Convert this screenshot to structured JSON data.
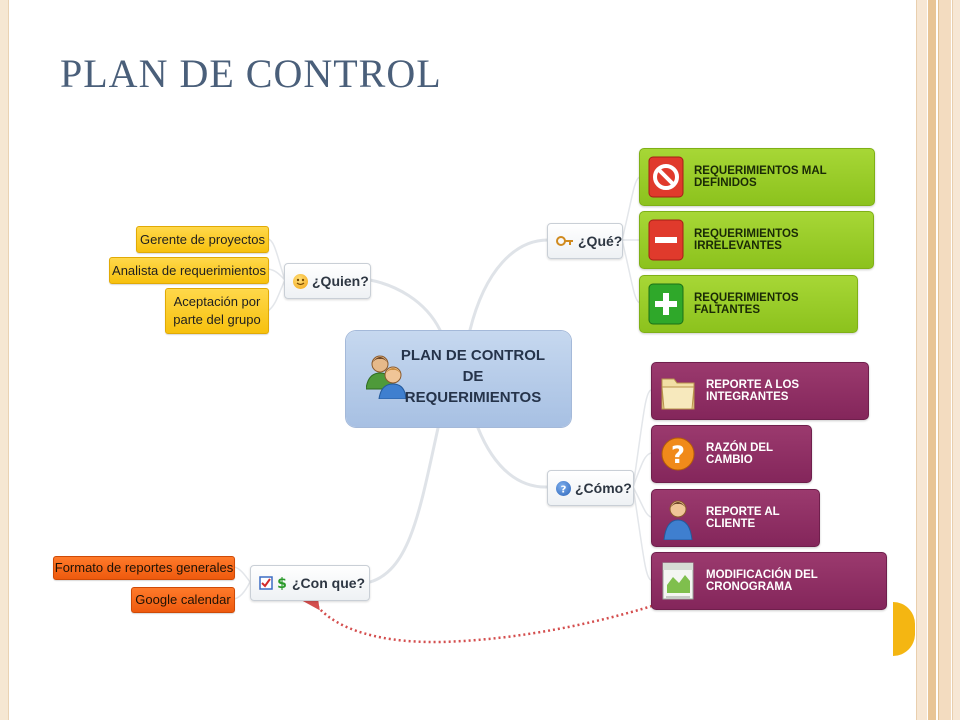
{
  "slide": {
    "title": "PLAN DE CONTROL",
    "accent_color": "#f4b612",
    "stripe_colors": [
      "#f3dcc0",
      "#e8c596",
      "#f7e7d4"
    ]
  },
  "mindmap": {
    "central": {
      "label": "PLAN DE CONTROL\nDE\nREQUERIMIENTOS",
      "icon": "users-icon",
      "color": "#b2c8e8"
    },
    "topics": [
      {
        "id": "quien",
        "label": "¿Quien?",
        "icon": "smiley-icon",
        "children": [
          {
            "label": "Gerente de proyectos"
          },
          {
            "label": "Analista de requerimientos"
          },
          {
            "label": "Aceptación por\nparte del grupo"
          }
        ],
        "child_color": "#f7c10e"
      },
      {
        "id": "que",
        "label": "¿Qué?",
        "icon": "key-icon",
        "children": [
          {
            "label": "REQUERIMIENTOS MAL DEFINIDOS",
            "icon": "prohibited-icon"
          },
          {
            "label": "REQUERIMIENTOS IRRELEVANTES",
            "icon": "minus-icon"
          },
          {
            "label": "REQUERIMIENTOS FALTANTES",
            "icon": "plus-icon"
          }
        ],
        "child_color": "#8cc21d"
      },
      {
        "id": "como",
        "label": "¿Cómo?",
        "icon": "question-icon",
        "children": [
          {
            "label": "REPORTE A LOS INTEGRANTES",
            "icon": "folder-icon"
          },
          {
            "label": "RAZÓN DEL CAMBIO",
            "icon": "question-mark-icon"
          },
          {
            "label": "REPORTE AL CLIENTE",
            "icon": "person-icon"
          },
          {
            "label": "MODIFICACIÓN DEL CRONOGRAMA",
            "icon": "calendar-icon"
          }
        ],
        "child_color": "#84265b"
      },
      {
        "id": "conque",
        "label": "¿Con que?",
        "icon": "checkbox-dollar-icon",
        "children": [
          {
            "label": "Formato de reportes generales"
          },
          {
            "label": "Google calendar"
          }
        ],
        "child_color": "#ee5a0e"
      }
    ],
    "relationship": {
      "from": "MODIFICACIÓN DEL CRONOGRAMA",
      "to": "¿Con que?",
      "style": "dotted-arrow",
      "color": "#d44e4e"
    }
  }
}
